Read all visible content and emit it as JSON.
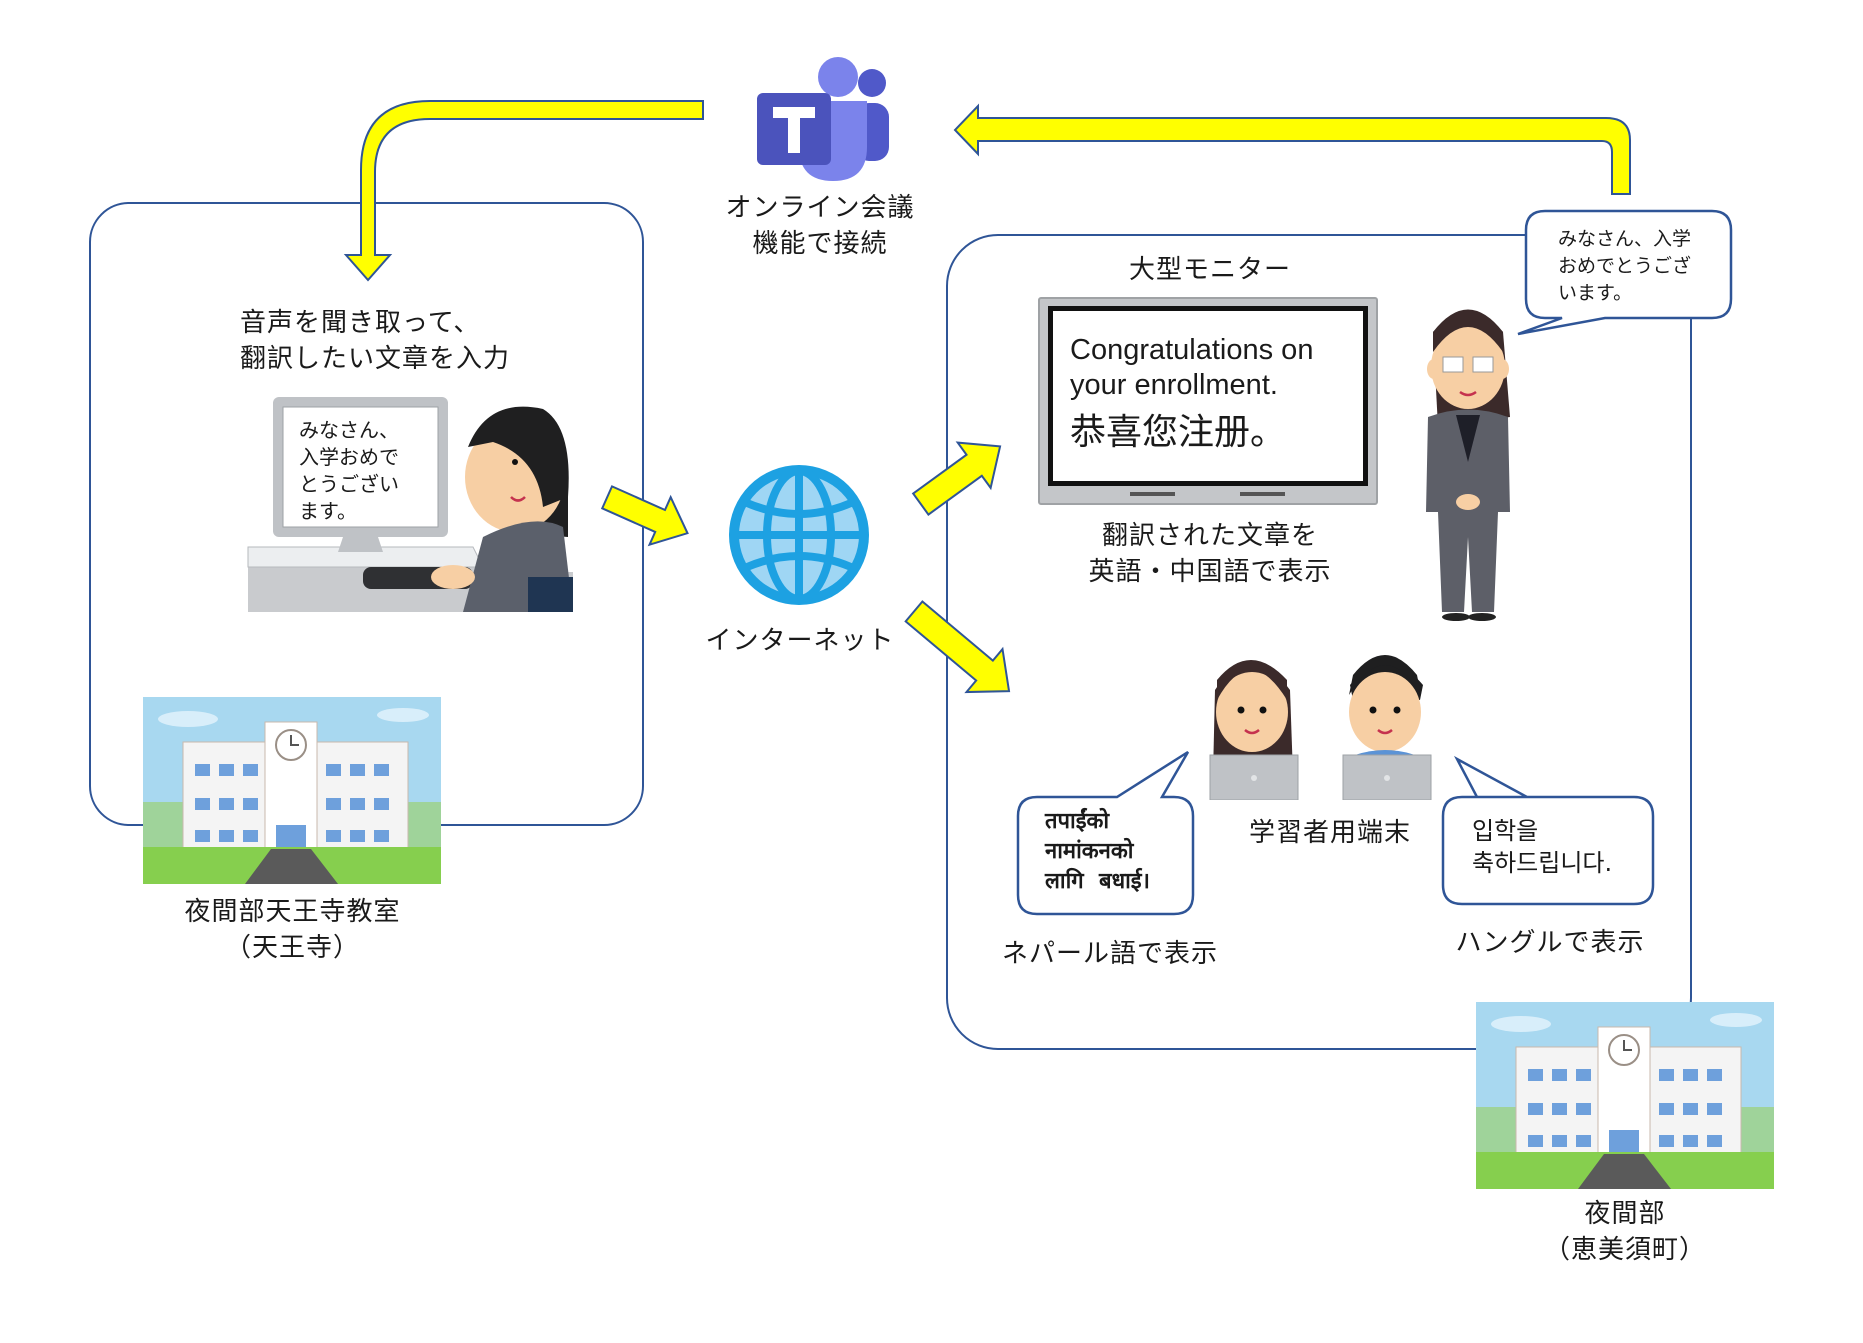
{
  "diagram": {
    "teams": {
      "icon": "microsoft-teams-logo",
      "caption": "オンライン会議\n機能で接続"
    },
    "left_site": {
      "instruction": "音声を聞き取って、\n翻訳したい文章を入力",
      "pc_screen_text": "みなさん、\n入学おめで\nとうござい\nます。",
      "building_caption": "夜間部天王寺教室\n（天王寺）"
    },
    "internet": {
      "icon": "globe-icon",
      "caption": "インターネット"
    },
    "right_site": {
      "monitor_title": "大型モニター",
      "monitor_text_en": "Congratulations on\nyour enrollment.",
      "monitor_text_zh": "恭喜您注册。",
      "monitor_caption": "翻訳された文章を\n英語・中国語で表示",
      "teacher_speech": "みなさん、入学\nおめでとうござ\nいます。",
      "devices_caption": "学習者用端末",
      "nepali_bubble": "तपाईंको\nनामांकनको\nलागि  बधाई।",
      "nepali_caption": "ネパール語で表示",
      "korean_bubble": "입학을\n축하드립니다.",
      "korean_caption": "ハングルで表示",
      "building_caption": "夜間部\n（恵美須町）"
    },
    "colors": {
      "arrow_fill": "#FFFF00",
      "arrow_stroke": "#2F5597",
      "frame_stroke": "#2F5597",
      "teams_dark": "#4B53BC",
      "teams_light": "#7B83EB",
      "globe": "#1DA1E2",
      "globe_light": "#9FD6F4"
    }
  }
}
